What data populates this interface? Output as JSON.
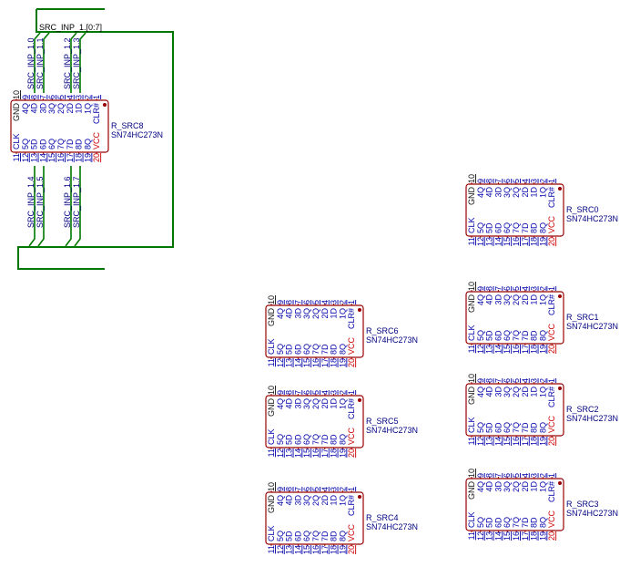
{
  "colors": {
    "wire": "#007700",
    "body": "#990000",
    "pin_text": "#0000aa",
    "power_text": "#cc0000",
    "black_text": "#111111",
    "label_text": "#000080"
  },
  "bus_label": "SRC_INP_1.[0:7]",
  "net_labels": {
    "top": [
      "SRC_INP_1.0",
      "SRC_INP_1.1",
      "SRC_INP_1.2",
      "SRC_INP_1.3"
    ],
    "bottom": [
      "SRC_INP_1.4",
      "SRC_INP_1.5",
      "SRC_INP_1.6",
      "SRC_INP_1.7"
    ]
  },
  "chip_pins": {
    "top": [
      {
        "num": "10",
        "name": "GND"
      },
      {
        "num": "9",
        "name": "4Q"
      },
      {
        "num": "8",
        "name": "4D"
      },
      {
        "num": "7",
        "name": "3D"
      },
      {
        "num": "6",
        "name": "3Q"
      },
      {
        "num": "5",
        "name": "2Q"
      },
      {
        "num": "4",
        "name": "2D"
      },
      {
        "num": "3",
        "name": "1D"
      },
      {
        "num": "2",
        "name": "1Q"
      },
      {
        "num": "1",
        "name": "CLR#"
      }
    ],
    "bottom": [
      {
        "num": "11",
        "name": "CLK"
      },
      {
        "num": "12",
        "name": "5Q"
      },
      {
        "num": "13",
        "name": "5D"
      },
      {
        "num": "14",
        "name": "6D"
      },
      {
        "num": "15",
        "name": "6Q"
      },
      {
        "num": "16",
        "name": "7Q"
      },
      {
        "num": "17",
        "name": "7D"
      },
      {
        "num": "18",
        "name": "8D"
      },
      {
        "num": "19",
        "name": "8Q"
      },
      {
        "num": "20",
        "name": "VCC"
      }
    ]
  },
  "chips": [
    {
      "ref": "R_SRC8",
      "part": "SN74HC273N"
    },
    {
      "ref": "R_SRC0",
      "part": "SN74HC273N"
    },
    {
      "ref": "R_SRC1",
      "part": "SN74HC273N"
    },
    {
      "ref": "R_SRC6",
      "part": "SN74HC273N"
    },
    {
      "ref": "R_SRC2",
      "part": "SN74HC273N"
    },
    {
      "ref": "R_SRC5",
      "part": "SN74HC273N"
    },
    {
      "ref": "R_SRC3",
      "part": "SN74HC273N"
    },
    {
      "ref": "R_SRC4",
      "part": "SN74HC273N"
    }
  ]
}
